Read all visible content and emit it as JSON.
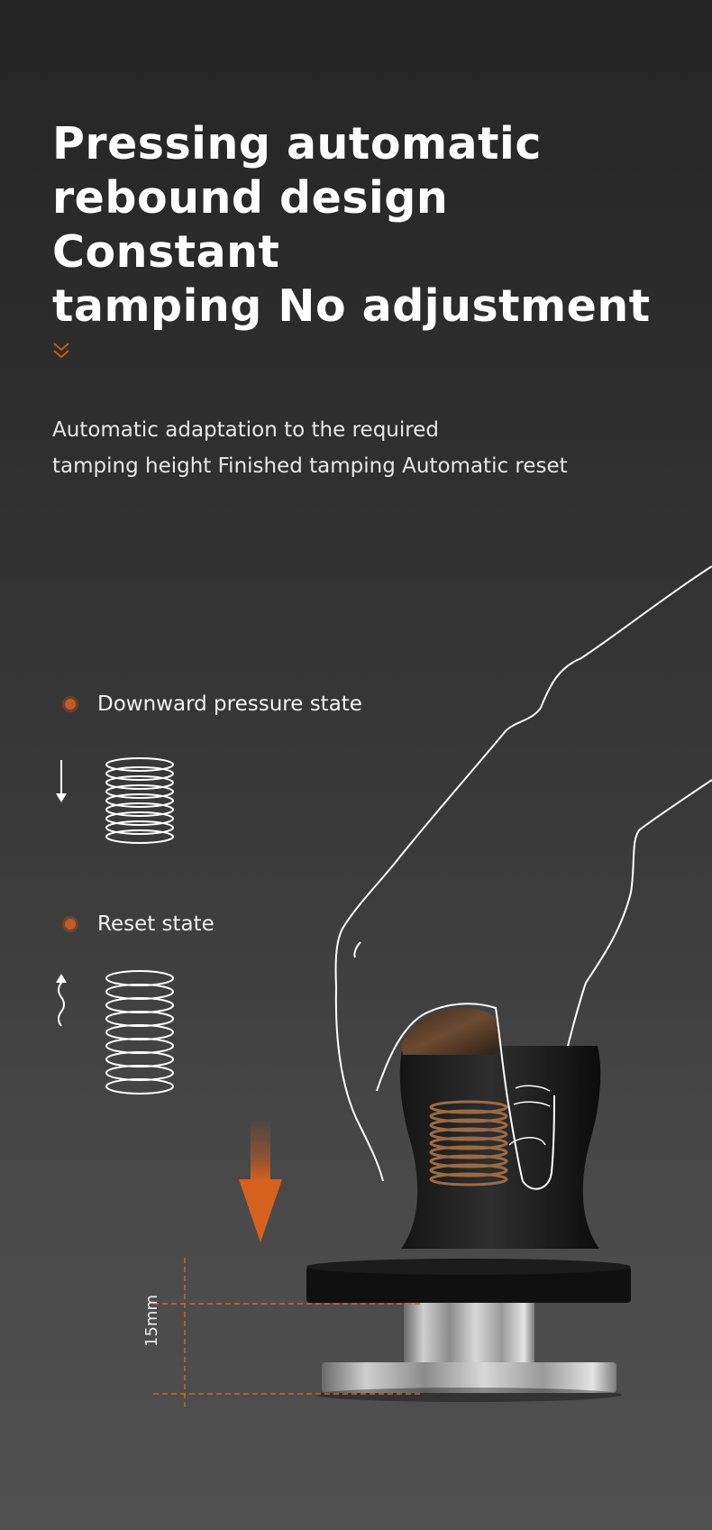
{
  "headline": {
    "line1": "Pressing automatic",
    "line2": "rebound design Constant",
    "line3": "tamping No adjustment"
  },
  "subtitle": {
    "line1": "Automatic adaptation to the required",
    "line2": "tamping height  Finished tamping Automatic reset"
  },
  "states": [
    {
      "label": "Downward pressure state"
    },
    {
      "label": "Reset state"
    }
  ],
  "dimension": {
    "label": "15mm"
  },
  "colors": {
    "accent": "#c45a22",
    "background_top": "#252525",
    "background_bottom": "#505050"
  },
  "icons": {
    "chevron": "double-chevron-down-icon",
    "spring": "spring-icon",
    "arrow_down": "arrow-down-icon",
    "arrow_up": "wavy-arrow-up-icon"
  }
}
